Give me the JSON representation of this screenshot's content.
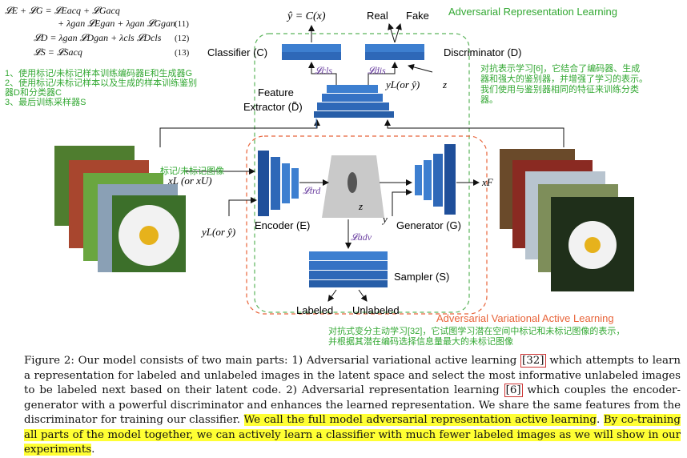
{
  "equations": [
    {
      "text": "𝓛E + 𝓛G = 𝓛Eacq + 𝓛Gacq",
      "number": ""
    },
    {
      "text": "+ λgan 𝓛Egan + λgan 𝓛Ggan",
      "number": "(11)"
    },
    {
      "text": "𝓛D = λgan 𝓛Dgan + λcls 𝓛Dcls",
      "number": "(12)"
    },
    {
      "text": "𝓛S = 𝓛Sacq",
      "number": "(13)"
    }
  ],
  "annotations": {
    "steps": [
      "1、使用标记/未标记样本训练编码器E和生成器G",
      "2、使用标记/未标记样本以及生成的样本训练鉴别器D和分类器C",
      "3、最后训练采样器S"
    ],
    "right_note": "对抗表示学习[6]，它结合了编码器、生成器和强大的鉴别器，并增强了学习的表示。 我们使用与鉴别器相同的特征来训练分类器。",
    "left_image_note": "标记/未标记图像",
    "bottom_note": "对抗式变分主动学习[32]，它试图学习潜在空间中标记和未标记图像的表示，并根据其潜在编码选择信息量最大的未标记图像"
  },
  "diagram": {
    "adv_rep_title": "Adversarial Representation Learning",
    "avl_title": "Adversarial Variational Active Learning",
    "classifier_label": "Classifier (C)",
    "discriminator_label": "Discriminator (D)",
    "feature_extractor_label_1": "Feature",
    "feature_extractor_label_2": "Extractor (D̃)",
    "encoder_label": "Encoder (E)",
    "generator_label": "Generator (G)",
    "sampler_label": "Sampler (S)",
    "yhat_eq": "ŷ = C(x)",
    "real": "Real",
    "fake": "Fake",
    "l_cls": "𝓛cls",
    "l_dis": "𝓛dis",
    "l_trd": "𝓛trd",
    "l_adv": "𝓛adv",
    "yl_or_yhat_top": "yL(or ŷ)",
    "z_top": "z",
    "z_latent": "z",
    "xl_or_xu": "xL (or xU)",
    "yl_or_yhat_left": "yL(or ŷ)",
    "y_gen": "y",
    "x_f": "xF",
    "labeled": "Labeled",
    "unlabeled": "Unlabeled"
  },
  "caption": {
    "part1": "Figure 2: Our model consists of two main parts: 1) Adversarial variational active learning ",
    "ref1": "[32]",
    "part2": " which attempts to learn a representation for labeled and unlabeled images in the latent space and select the most informative unlabeled images to be labeled next based on their latent code. 2) Adversarial representation learning ",
    "ref2": "[6]",
    "part3": " which couples the encoder-generator with a powerful discriminator and enhances the learned representation. We share the same features from the discriminator for training our classifier. ",
    "highlight1": "We call the full model adversarial representation active learning",
    "part4": ". ",
    "highlight2": "By co-training all parts of the model together, we can actively learn a classifier with much fewer labeled images as we will show in our experiments",
    "part5": "."
  },
  "colors": {
    "block_blue": "#3d7fd0",
    "block_dark": "#1f4f9a",
    "green_dashed": "#5bb35b",
    "orange_dashed": "#e8643a",
    "highlight": "#ffff33"
  }
}
